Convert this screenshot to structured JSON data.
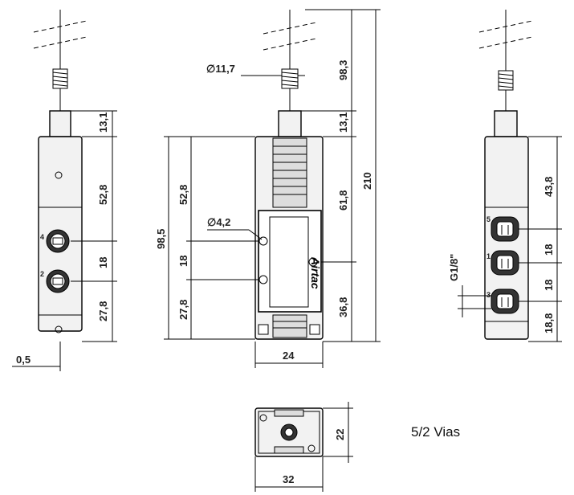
{
  "caption": "5/2 Vias",
  "dimensions": {
    "left_13_1": "13,1",
    "left_52_8": "52,8",
    "left_18": "18",
    "left_27_8": "27,8",
    "left_0_5": "0,5",
    "mid_98_5": "98,5",
    "mid_52_8": "52,8",
    "mid_18": "18",
    "mid_27_8": "27,8",
    "mid_diam_11_7": "∅11,7",
    "mid_diam_4_2": "∅4,2",
    "mid_98_3": "98,3",
    "mid_13_1": "13,1",
    "mid_61_8": "61,8",
    "mid_36_8": "36,8",
    "mid_210": "210",
    "mid_24": "24",
    "right_43_8": "43,8",
    "right_18a": "18",
    "right_18b": "18",
    "right_18_8": "18,8",
    "right_g18": "G1/8\"",
    "bottom_22": "22",
    "bottom_32": "32"
  },
  "port_labels": {
    "left_4": "4",
    "left_2": "2",
    "right_5": "5",
    "right_1": "1",
    "right_3": "3"
  },
  "logo_text": "Airtac"
}
